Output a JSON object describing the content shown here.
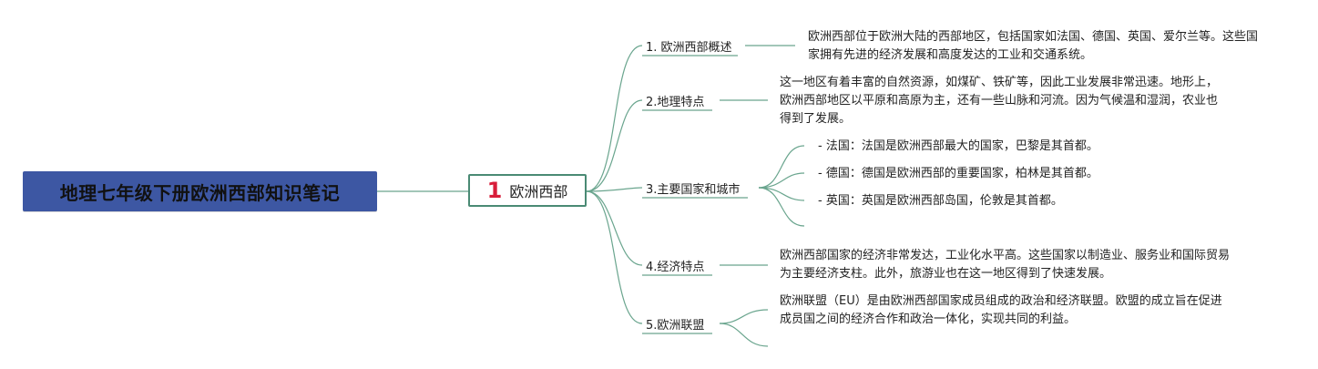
{
  "root": {
    "title": "地理七年级下册欧洲西部知识笔记"
  },
  "main": {
    "number": "1",
    "label": "欧洲西部"
  },
  "branches": [
    {
      "label": "1. 欧洲西部概述",
      "details": [
        "欧洲西部位于欧洲大陆的西部地区，包括国家如法国、德国、英国、爱尔兰等。这些国家拥有先进的经济发展和高度发达的工业和交通系统。"
      ]
    },
    {
      "label": "2.地理特点",
      "details": [
        "这一地区有着丰富的自然资源，如煤矿、铁矿等，因此工业发展非常迅速。地形上，欧洲西部地区以平原和高原为主，还有一些山脉和河流。因为气候温和湿润，农业也得到了发展。"
      ]
    },
    {
      "label": "3.主要国家和城市",
      "details": [
        "- 法国：法国是欧洲西部最大的国家，巴黎是其首都。",
        "- 德国：德国是欧洲西部的重要国家，柏林是其首都。",
        "- 英国：英国是欧洲西部岛国，伦敦是其首都。"
      ]
    },
    {
      "label": "4.经济特点",
      "details": [
        "欧洲西部国家的经济非常发达，工业化水平高。这些国家以制造业、服务业和国际贸易为主要经济支柱。此外，旅游业也在这一地区得到了快速发展。"
      ]
    },
    {
      "label": "5.欧洲联盟",
      "details": [
        "欧洲联盟（EU）是由欧洲西部国家成员组成的政治和经济联盟。欧盟的成立旨在促进成员国之间的经济合作和政治一体化，实现共同的利益。"
      ]
    }
  ]
}
